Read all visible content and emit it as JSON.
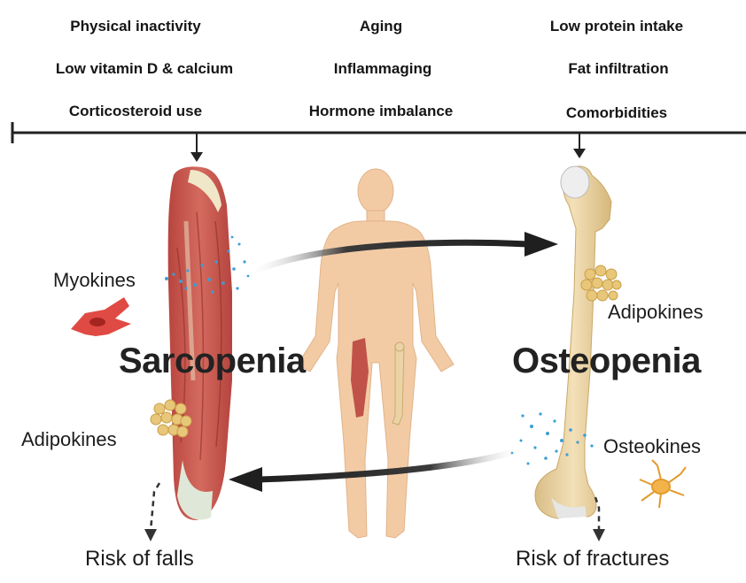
{
  "factors": {
    "left": [
      "Physical inactivity",
      "Low vitamin D & calcium",
      "Corticosteroid use"
    ],
    "middle": [
      "Aging",
      "Inflammaging",
      "Hormone imbalance"
    ],
    "right": [
      "Low protein intake",
      "Fat infiltration",
      "Comorbidities"
    ]
  },
  "conditions": {
    "muscle": "Sarcopenia",
    "bone": "Osteopenia"
  },
  "signals": {
    "myokines": "Myokines",
    "adipokines_muscle": "Adipokines",
    "adipokines_bone": "Adipokines",
    "osteokines": "Osteokines"
  },
  "outcomes": {
    "muscle": "Risk of falls",
    "bone": "Risk of fractures"
  },
  "colors": {
    "muscle": "#c0524a",
    "bone": "#ead4a6",
    "skin": "#f2cba5",
    "fat": "#e8c77a",
    "particles": "#3a9fd6",
    "arrow": "#1f1f1f"
  },
  "icons": [
    "muscle-leg-illustration",
    "femur-bone-illustration",
    "human-body-illustration",
    "muscle-cell-icon",
    "fat-cluster-icon",
    "osteocyte-icon"
  ]
}
